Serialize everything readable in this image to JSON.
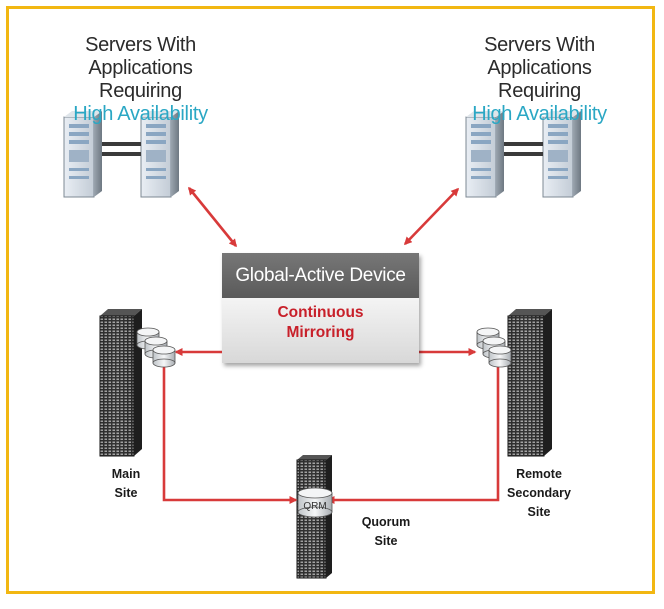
{
  "left_servers": {
    "line1": "Servers With",
    "line2": "Applications Requiring",
    "line3": "High Availability"
  },
  "right_servers": {
    "line1": "Servers With",
    "line2": "Applications Requiring",
    "line3": "High Availability"
  },
  "gad": {
    "title": "Global-Active Device",
    "line1": "Continuous",
    "line2": "Mirroring"
  },
  "main_site": {
    "line1": "Main",
    "line2": "Site"
  },
  "remote_site": {
    "line1": "Remote",
    "line2": "Secondary",
    "line3": "Site"
  },
  "quorum_site": {
    "line1": "Quorum",
    "line2": "Site",
    "device_label": "QRM"
  },
  "colors": {
    "frame": "#f2b712",
    "link": "#d83a3a",
    "highlight": "#2aa7c4",
    "mirror_text": "#c8202a"
  }
}
